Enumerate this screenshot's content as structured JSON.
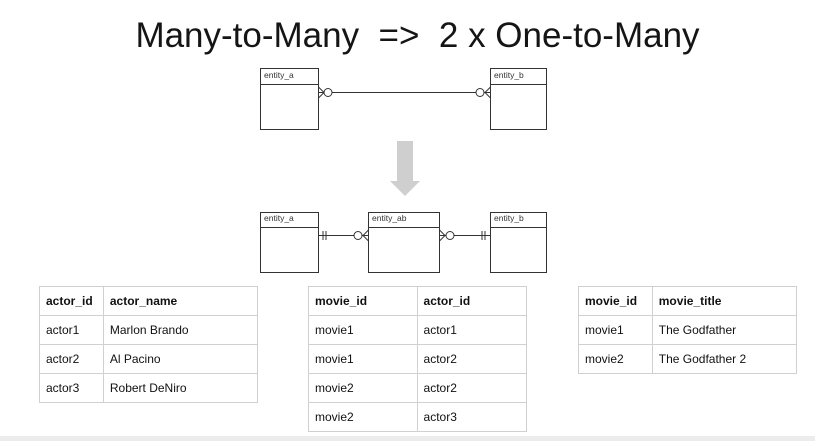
{
  "title": "Many-to-Many  =>  2 x One-to-Many",
  "diagram": {
    "top": {
      "entity_a": "entity_a",
      "entity_b": "entity_b"
    },
    "bottom": {
      "entity_a": "entity_a",
      "entity_ab": "entity_ab",
      "entity_b": "entity_b"
    },
    "arrow_color": "#cfcfcf"
  },
  "tables": {
    "actors": {
      "headers": [
        "actor_id",
        "actor_name"
      ],
      "rows": [
        [
          "actor1",
          "Marlon Brando"
        ],
        [
          "actor2",
          "Al Pacino"
        ],
        [
          "actor3",
          "Robert DeNiro"
        ]
      ]
    },
    "movie_actor": {
      "headers": [
        "movie_id",
        "actor_id"
      ],
      "rows": [
        [
          "movie1",
          "actor1"
        ],
        [
          "movie1",
          "actor2"
        ],
        [
          "movie2",
          "actor2"
        ],
        [
          "movie2",
          "actor3"
        ]
      ]
    },
    "movies": {
      "headers": [
        "movie_id",
        "movie_title"
      ],
      "rows": [
        [
          "movie1",
          "The Godfather"
        ],
        [
          "movie2",
          "The Godfather 2"
        ]
      ]
    }
  }
}
